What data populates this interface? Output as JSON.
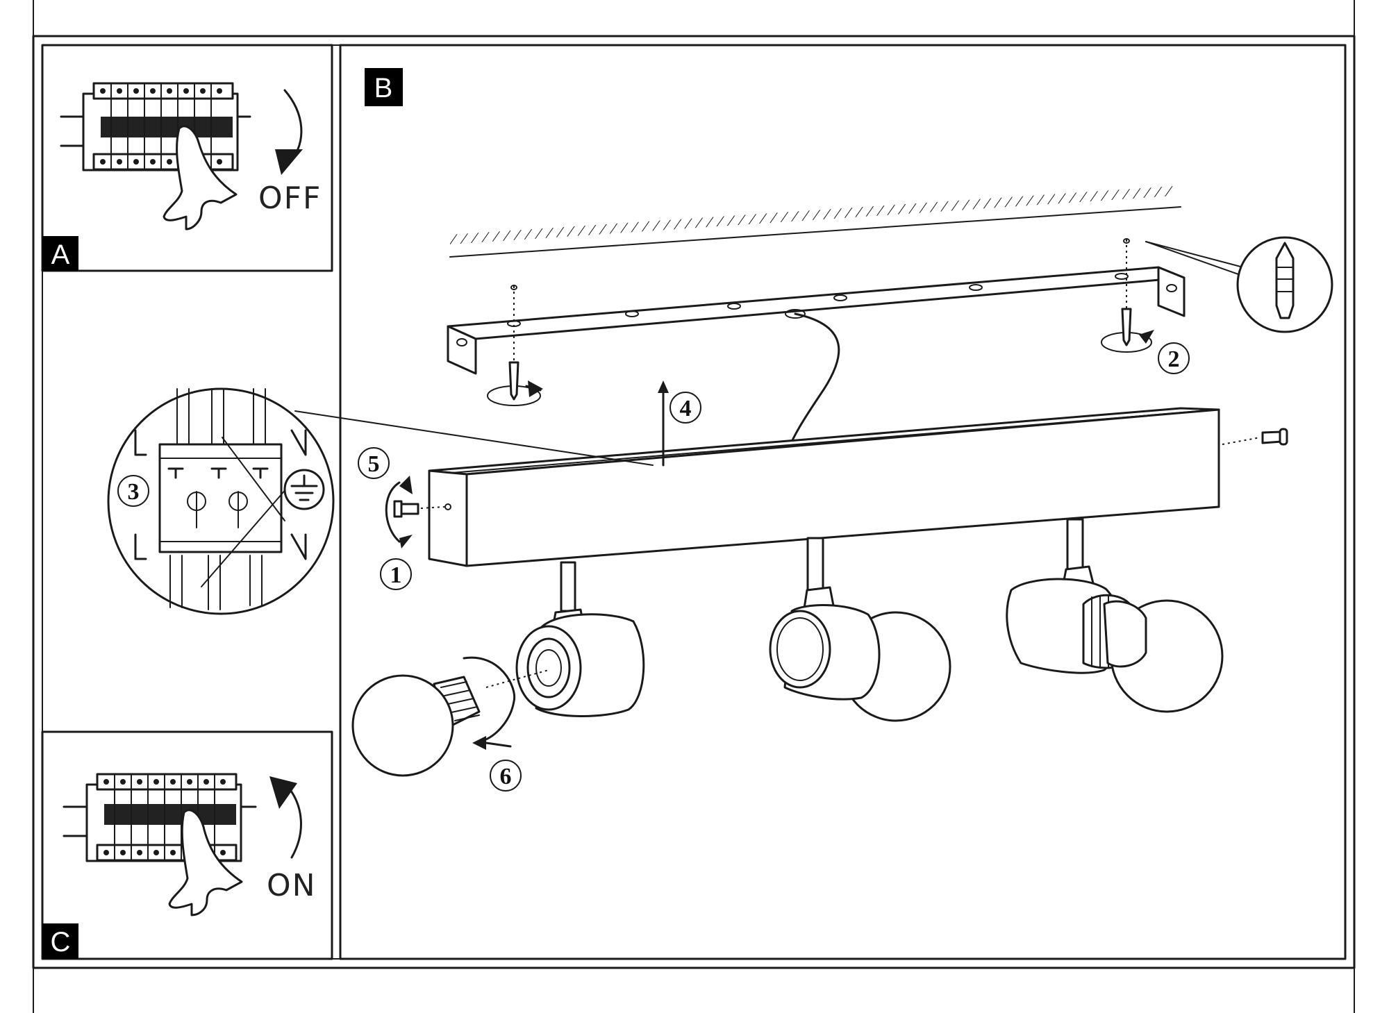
{
  "panels": {
    "a": {
      "letter": "A",
      "word": "OFF"
    },
    "b": {
      "letter": "B"
    },
    "c": {
      "letter": "C",
      "word": "ON"
    }
  },
  "steps": [
    "1",
    "2",
    "3",
    "4",
    "5",
    "6"
  ],
  "colors": {
    "line": "#1a1a1a",
    "label_bg": "#000000",
    "paper": "#ffffff"
  }
}
